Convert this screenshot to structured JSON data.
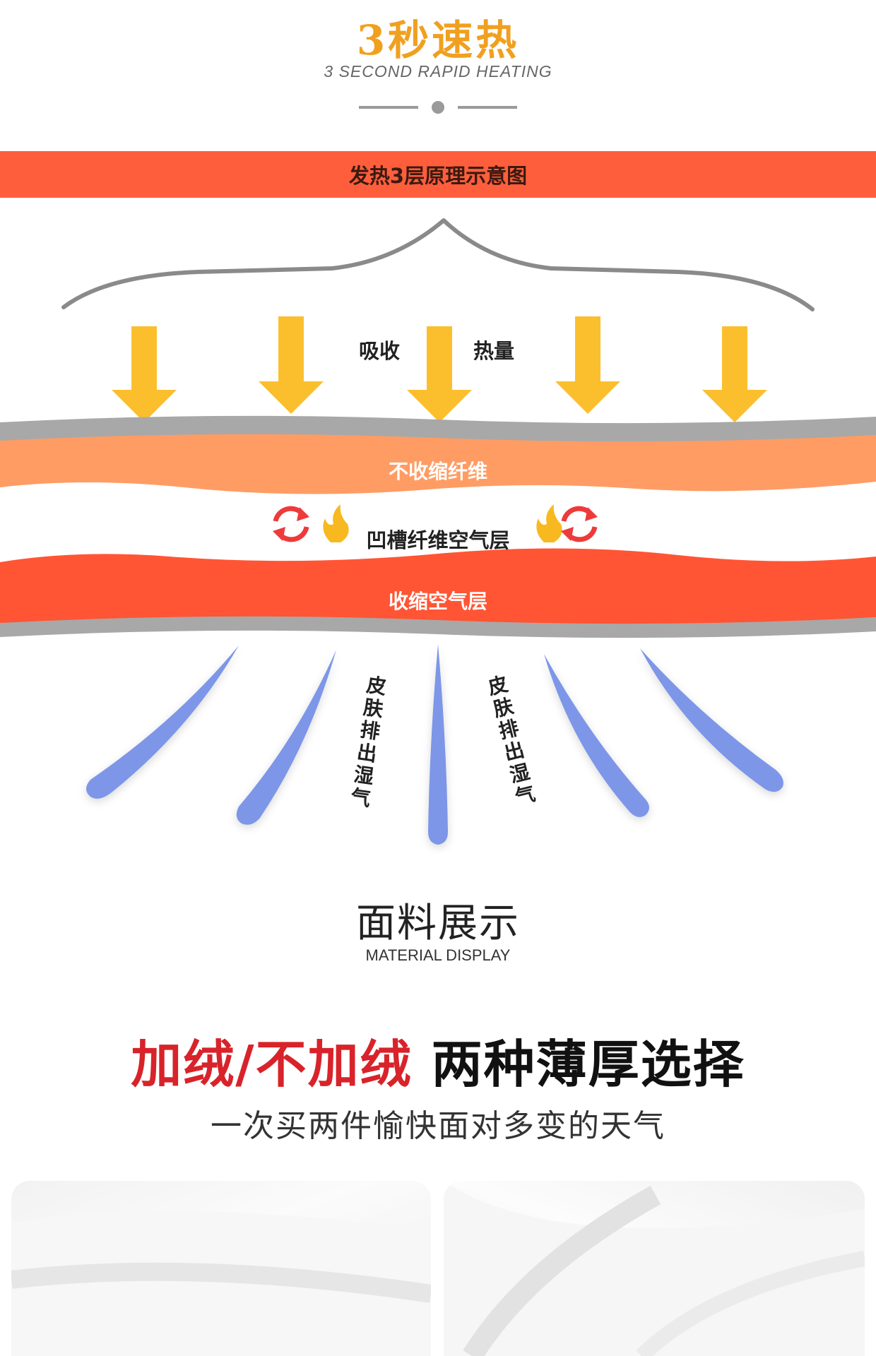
{
  "header": {
    "title": "3秒速热",
    "subtitle": "3 SECOND RAPID HEATING"
  },
  "banner": {
    "label": "发热3层原理示意图"
  },
  "diagram": {
    "absorb_left": "吸收",
    "absorb_right": "热量",
    "layer_top": "不收缩纤维",
    "layer_middle": "凹槽纤维空气层",
    "layer_bottom": "收缩空气层",
    "moisture_left": "皮肤排出湿气",
    "moisture_right": "皮肤排出湿气",
    "icons": [
      "refresh-icon",
      "flame-icon",
      "flame-icon",
      "refresh-icon"
    ]
  },
  "section2": {
    "title": "面料展示",
    "subtitle": "MATERIAL DISPLAY"
  },
  "promo": {
    "highlight": "加绒/不加绒",
    "rest": " 两种薄厚选择",
    "sub": "一次买两件愉快面对多变的天气"
  },
  "colors": {
    "title_gold": "#f0a020",
    "banner_red": "#ff5e3c",
    "arrow_yellow": "#fbbf2e",
    "layer_orange": "#ff9c64",
    "layer_red": "#ff5535",
    "layer_gray": "#a8a8a8",
    "moisture_blue": "#7d96e8",
    "promo_red": "#d8232a"
  }
}
